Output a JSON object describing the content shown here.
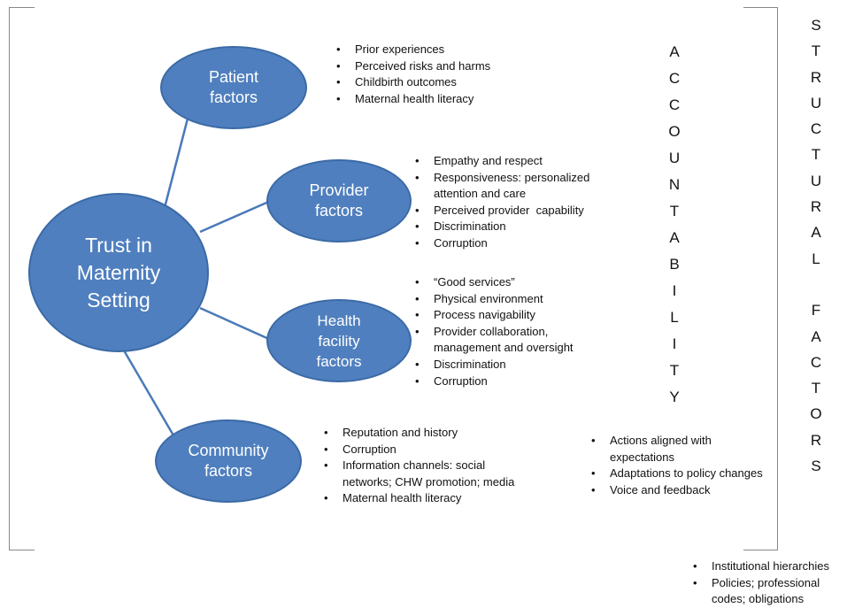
{
  "center": {
    "label": "Trust in\nMaternity\nSetting"
  },
  "nodes": {
    "patient": {
      "label": "Patient\nfactors",
      "items": [
        "Prior experiences",
        "Perceived risks and harms",
        "Childbirth outcomes",
        "Maternal health literacy"
      ]
    },
    "provider": {
      "label": "Provider\nfactors",
      "items": [
        "Empathy and respect",
        "Responsiveness: personalized\nattention and care",
        "Perceived provider  capability",
        "Discrimination",
        "Corruption"
      ]
    },
    "facility": {
      "label": "Health\nfacility\nfactors",
      "items": [
        "“Good services”",
        "Physical environment",
        "Process navigability",
        "Provider collaboration,\nmanagement and oversight",
        "Discrimination",
        "Corruption"
      ]
    },
    "community": {
      "label": "Community\nfactors",
      "items": [
        "Reputation and history",
        "Corruption",
        "Information channels: social\nnetworks; CHW promotion; media",
        "Maternal health literacy"
      ]
    }
  },
  "accountability": {
    "letters": [
      "A",
      "C",
      "C",
      "O",
      "U",
      "N",
      "T",
      "A",
      "B",
      "I",
      "L",
      "I",
      "T",
      "Y"
    ],
    "items": [
      "Actions aligned with\nexpectations",
      "Adaptations to policy changes",
      "Voice and feedback"
    ]
  },
  "structural": {
    "letters": [
      "S",
      "T",
      "R",
      "U",
      "C",
      "T",
      "U",
      "R",
      "A",
      "L",
      "",
      "F",
      "A",
      "C",
      "T",
      "O",
      "R",
      "S"
    ],
    "items": [
      "Institutional hierarchies",
      "Policies; professional\ncodes; obligations"
    ]
  },
  "colors": {
    "node_fill": "#4f7fbe",
    "node_border": "#3b6aa6",
    "connector": "#4a7ab8",
    "bracket": "#888888"
  }
}
